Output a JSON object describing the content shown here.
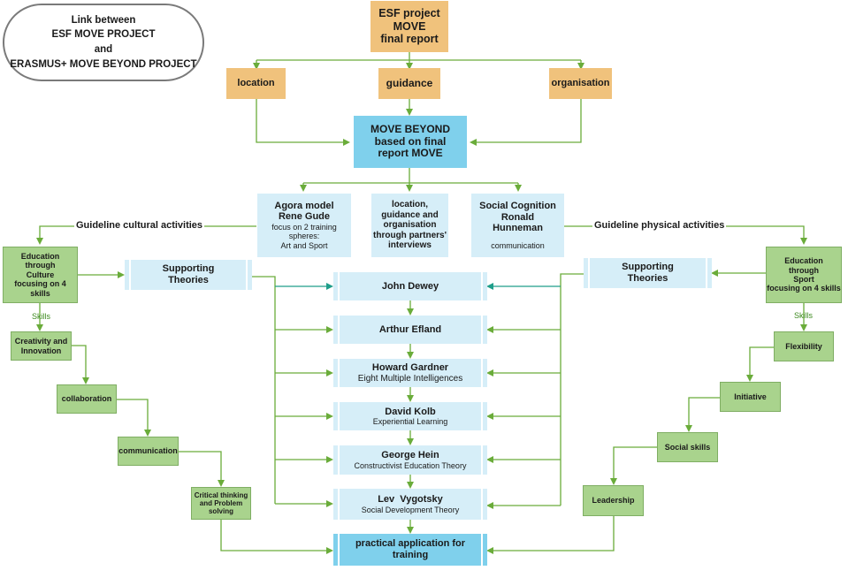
{
  "title": [
    "Link between",
    "ESF MOVE PROJECT",
    "and",
    "ERASMUS+ MOVE BEYOND PROJECT"
  ],
  "esf": [
    "ESF project",
    "MOVE",
    "final report"
  ],
  "pillars": {
    "location": "location",
    "guidance": "guidance",
    "organisation": "organisation"
  },
  "move_beyond": [
    "MOVE BEYOND",
    "based on final",
    "report MOVE"
  ],
  "agora": {
    "title1": "Agora model",
    "title2": "Rene Gude",
    "desc1": "focus on 2 training",
    "desc2": "spheres:",
    "desc3": "Art and Sport"
  },
  "interviews": [
    "location,",
    "guidance and",
    "organisation",
    "through partners'",
    "interviews"
  ],
  "social": {
    "title1": "Social Cognition",
    "title2": "Ronald",
    "title3": "Hunneman",
    "desc": "communication"
  },
  "guideline_cultural": "Guideline cultural activities",
  "guideline_physical": "Guideline physical activities",
  "culture_box": [
    "Education",
    "through",
    "Culture",
    "focusing on 4 skills"
  ],
  "sport_box": [
    "Education",
    "through",
    "Sport",
    "focusing on 4 skills"
  ],
  "supporting_left": [
    "Supporting",
    "Theories"
  ],
  "supporting_right": [
    "Supporting",
    "Theories"
  ],
  "skills_label": "Skills",
  "left_skills": {
    "creativity": [
      "Creativity and",
      "Innovation"
    ],
    "collaboration": "collaboration",
    "communication": "communication",
    "critical": [
      "Critical thinking",
      "and Problem",
      "solving"
    ]
  },
  "right_skills": {
    "flexibility": "Flexibility",
    "initiative": "Initiative",
    "social": "Social skills",
    "leadership": "Leadership"
  },
  "theories": [
    {
      "name": "John Dewey",
      "desc": ""
    },
    {
      "name": "Arthur Efland",
      "desc": ""
    },
    {
      "name": "Howard Gardner",
      "desc": "Eight Multiple Intelligences"
    },
    {
      "name": "David Kolb",
      "desc": "Experiential Learning"
    },
    {
      "name": "George Hein",
      "desc": "Constructivist Education Theory"
    },
    {
      "name": "Lev  Vygotsky",
      "desc": "Social Development Theory"
    }
  ],
  "practical": [
    "practical application for",
    "training"
  ],
  "colors": {
    "orange": "#f0c27c",
    "blue": "#7fd0ec",
    "lightblue": "#d6eef8",
    "green": "#a9d38d",
    "arrow": "#6aac3a",
    "teal_arrow": "#1e9e8a"
  }
}
